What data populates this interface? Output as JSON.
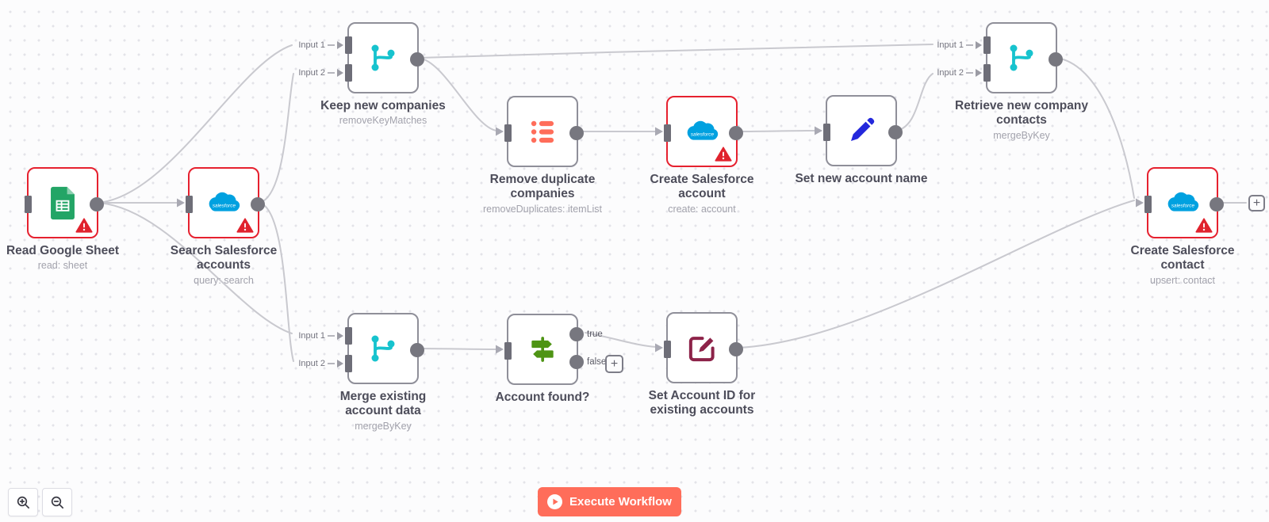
{
  "nodes": {
    "read_sheet": {
      "name": "Read Google Sheet",
      "subtitle": "read: sheet",
      "icon": "google-sheets",
      "error": true
    },
    "search_accounts": {
      "name": "Search Salesforce accounts",
      "subtitle": "query: search",
      "icon": "salesforce",
      "error": true
    },
    "keep_new": {
      "name": "Keep new companies",
      "subtitle": "removeKeyMatches",
      "icon": "merge",
      "error": false
    },
    "remove_dup": {
      "name": "Remove duplicate companies",
      "subtitle": "removeDuplicates: itemList",
      "icon": "item-list",
      "error": false
    },
    "create_account": {
      "name": "Create Salesforce account",
      "subtitle": "create: account",
      "icon": "salesforce",
      "error": true
    },
    "set_name": {
      "name": "Set new account name",
      "icon": "pencil",
      "error": false
    },
    "retrieve_contacts": {
      "name": "Retrieve new company contacts",
      "subtitle": "mergeByKey",
      "icon": "merge",
      "error": false
    },
    "merge_existing": {
      "name": "Merge existing account data",
      "subtitle": "mergeByKey",
      "icon": "merge",
      "error": false
    },
    "account_found": {
      "name": "Account found?",
      "icon": "if-signpost",
      "error": false
    },
    "set_account_id": {
      "name": "Set Account ID for existing accounts",
      "icon": "edit",
      "error": false
    },
    "create_contact": {
      "name": "Create Salesforce contact",
      "subtitle": "upsert: contact",
      "icon": "salesforce",
      "error": true
    }
  },
  "ports": {
    "input1": "Input 1",
    "input2": "Input 2",
    "out_true": "true",
    "out_false": "false"
  },
  "buttons": {
    "execute": "Execute Workflow",
    "add_node": "+"
  },
  "colors": {
    "accent_coral": "#ff6d5a",
    "error_red": "#e6212f",
    "merge_teal": "#17c3ce",
    "list_coral": "#ff6d5a",
    "if_green": "#4e9414",
    "set_blue": "#2428dc",
    "edit_maroon": "#8d2349",
    "salesforce_blue": "#00a1e0",
    "sheets_green": "#23a566",
    "node_border": "#8f8f99",
    "edge_gray": "#c9c9cf"
  }
}
